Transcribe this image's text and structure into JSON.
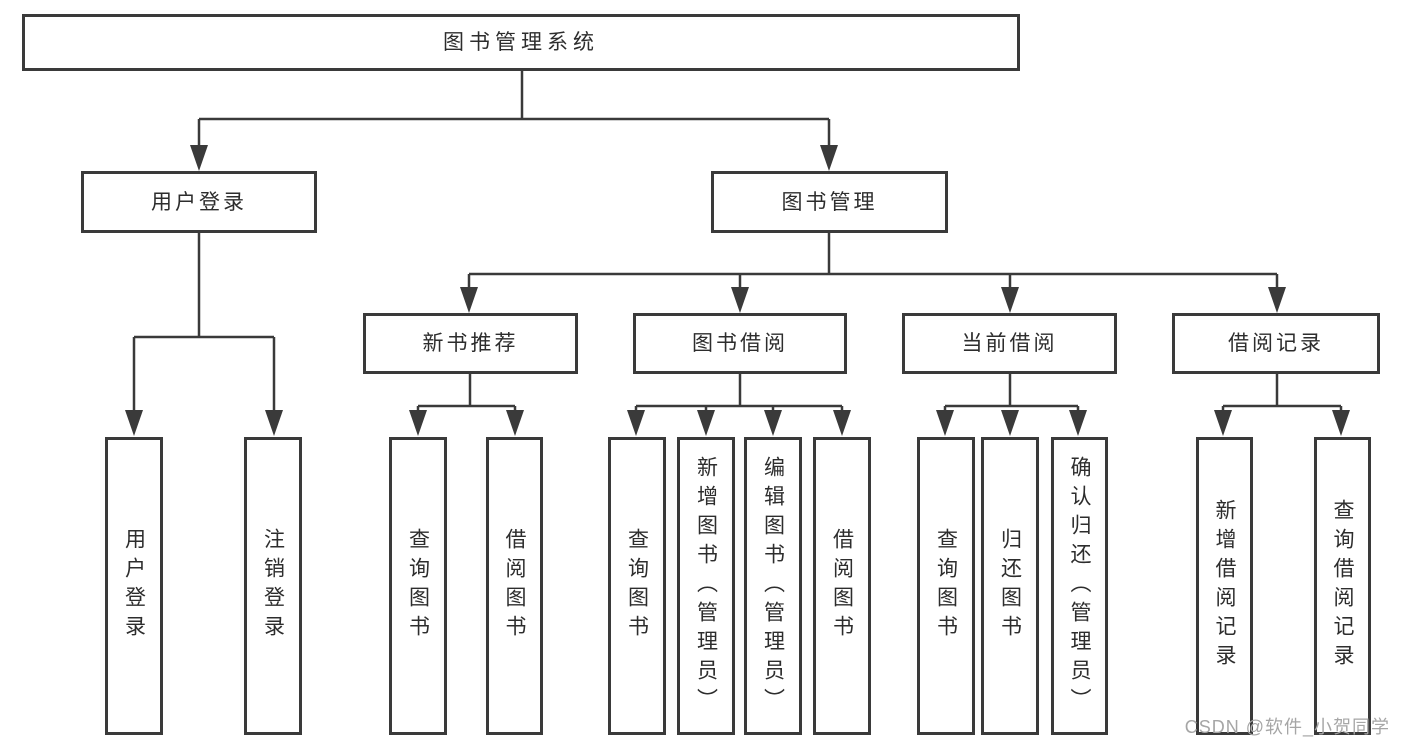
{
  "diagram": {
    "root": {
      "label": "图书管理系统",
      "children": [
        {
          "label": "用户登录",
          "children": [
            {
              "label": "用户登录"
            },
            {
              "label": "注销登录"
            }
          ]
        },
        {
          "label": "图书管理",
          "children": [
            {
              "label": "新书推荐",
              "children": [
                {
                  "label": "查询图书"
                },
                {
                  "label": "借阅图书"
                }
              ]
            },
            {
              "label": "图书借阅",
              "children": [
                {
                  "label": "查询图书"
                },
                {
                  "label": "新增图书（管理员）"
                },
                {
                  "label": "编辑图书（管理员）"
                },
                {
                  "label": "借阅图书"
                }
              ]
            },
            {
              "label": "当前借阅",
              "children": [
                {
                  "label": "查询图书"
                },
                {
                  "label": "归还图书"
                },
                {
                  "label": "确认归还（管理员）"
                }
              ]
            },
            {
              "label": "借阅记录",
              "children": [
                {
                  "label": "新增借阅记录"
                },
                {
                  "label": "查询借阅记录"
                }
              ]
            }
          ]
        }
      ]
    }
  },
  "watermark": {
    "label": "CSDN @软件_小贺同学"
  },
  "colors": {
    "line": "#3a3a3a",
    "border": "#3a3a3a",
    "text": "#2d2d2d",
    "watermark": "#a6a6a6",
    "background": "#ffffff"
  }
}
